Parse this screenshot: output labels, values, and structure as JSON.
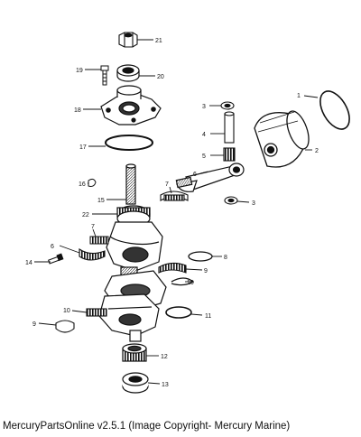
{
  "footer": {
    "text": "MercuryPartsOnline v2.5.1 (Image Copyright- Mercury Marine)"
  },
  "callouts": [
    "1",
    "2",
    "3",
    "3",
    "4",
    "5",
    "6",
    "6",
    "7",
    "7",
    "8",
    "9",
    "9",
    "10",
    "10",
    "11",
    "12",
    "13",
    "14",
    "15",
    "16",
    "17",
    "18",
    "19",
    "20",
    "21",
    "22"
  ],
  "colors": {
    "ink": "#111111",
    "paper": "#ffffff",
    "shade": "#555555"
  }
}
